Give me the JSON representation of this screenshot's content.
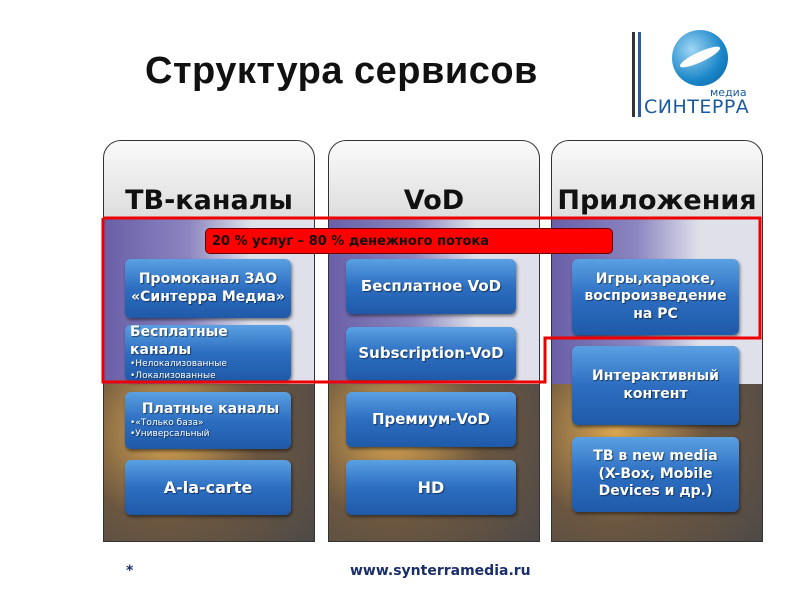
{
  "title": "Структура сервисов",
  "logo": {
    "top": "медиа",
    "name": "СИНТЕРРА"
  },
  "columns": [
    {
      "header": "ТВ-каналы",
      "items": [
        {
          "label": "Промоканал ЗАО «Синтерра Медиа»"
        },
        {
          "label": "Бесплатные каналы",
          "bullets": [
            "•Нелокализованные",
            "•Локализованные"
          ]
        },
        {
          "label": "Платные каналы",
          "bullets": [
            "•«Только база»",
            "•Универсальный"
          ]
        },
        {
          "label": "A-la-carte"
        }
      ]
    },
    {
      "header": "VoD",
      "items": [
        {
          "label": "Бесплатное VoD"
        },
        {
          "label": "Subscription-VoD"
        },
        {
          "label": "Премиум-VoD"
        },
        {
          "label": "HD"
        }
      ]
    },
    {
      "header": "Приложения",
      "items": [
        {
          "label": "Игры,караоке, воспроизведение на PC"
        },
        {
          "label": "Интерактивный контент"
        },
        {
          "label": "ТВ в new media (X-Box, Mobile Devices и др.)"
        }
      ]
    }
  ],
  "banner": "20 % услуг – 80 % денежного потока",
  "footer": {
    "mark": "*",
    "url": "www.synterramedia.ru"
  }
}
